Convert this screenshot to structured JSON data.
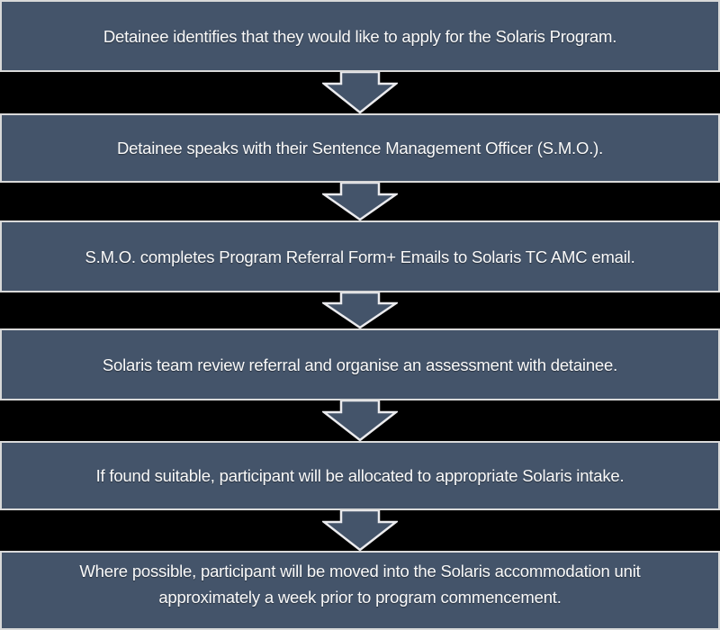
{
  "diagram": {
    "type": "flowchart",
    "direction": "top-down",
    "connector": "block-down-arrow",
    "steps": [
      {
        "text": "Detainee identifies that they would like to apply for the Solaris Program.",
        "lines": [
          "Detainee identifies that they would like to apply for the Solaris Program."
        ]
      },
      {
        "text": "Detainee speaks with their Sentence Management Officer (S.M.O.).",
        "lines": [
          "Detainee speaks with their Sentence Management Officer (S.M.O.)."
        ]
      },
      {
        "text": "S.M.O. completes Program Referral Form+ Emails to Solaris TC AMC email.",
        "lines": [
          "S.M.O. completes Program Referral Form+ Emails to Solaris TC AMC email."
        ]
      },
      {
        "text": "Solaris team review referral and organise an assessment with detainee.",
        "lines": [
          "Solaris team review referral and organise an assessment with detainee."
        ]
      },
      {
        "text": "If found suitable, participant will be allocated to appropriate Solaris intake.",
        "lines": [
          "If found suitable, participant will be allocated to appropriate Solaris intake."
        ]
      },
      {
        "text": "Where possible, participant will be moved into the Solaris accommodation unit approximately a week prior to program commencement.",
        "lines": [
          "Where possible, participant will be moved into the Solaris accommodation unit",
          "approximately a week prior to program commencement."
        ]
      }
    ]
  },
  "colors": {
    "background": "#000000",
    "box_fill": "#44546A",
    "box_border": "#D9D9D9",
    "arrow_outline": "#EBEBEE",
    "text": "#FAFAFA"
  }
}
